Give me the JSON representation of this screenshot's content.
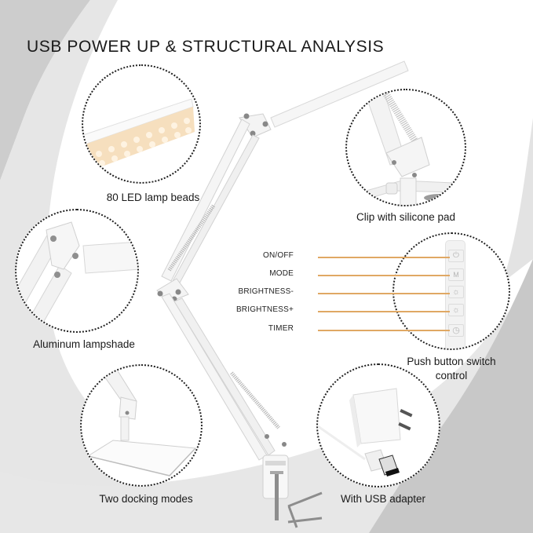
{
  "title": "USB POWER UP & STRUCTURAL ANALYSIS",
  "colors": {
    "background": "#ffffff",
    "swoosh_dark": "#c9c9c9",
    "swoosh_light": "#e4e4e4",
    "callout_line": "#e0a864",
    "text": "#1a1a1a",
    "led_glow": "#f5dcb8"
  },
  "features": [
    {
      "id": "led",
      "caption": "80 LED lamp beads",
      "icon": "led-light-bar"
    },
    {
      "id": "clip",
      "caption": "Clip with silicone pad",
      "icon": "clamp-clip"
    },
    {
      "id": "shade",
      "caption": "Aluminum lampshade",
      "icon": "lampshade-joint"
    },
    {
      "id": "control",
      "caption_line1": "Push button switch",
      "caption_line2": "control",
      "icon": "control-panel"
    },
    {
      "id": "base",
      "caption": "Two docking modes",
      "icon": "desk-base"
    },
    {
      "id": "adapter",
      "caption": "With USB adapter",
      "icon": "usb-adapter"
    }
  ],
  "controls": [
    {
      "label": "ON/OFF",
      "icon": "power-icon",
      "glyph": "⏻"
    },
    {
      "label": "MODE",
      "icon": "mode-icon",
      "glyph": "M"
    },
    {
      "label": "BRIGHTNESS-",
      "icon": "brightness-down-icon",
      "glyph": "☼"
    },
    {
      "label": "BRIGHTNESS+",
      "icon": "brightness-up-icon",
      "glyph": "☼"
    },
    {
      "label": "TIMER",
      "icon": "timer-icon",
      "glyph": "◷"
    }
  ]
}
